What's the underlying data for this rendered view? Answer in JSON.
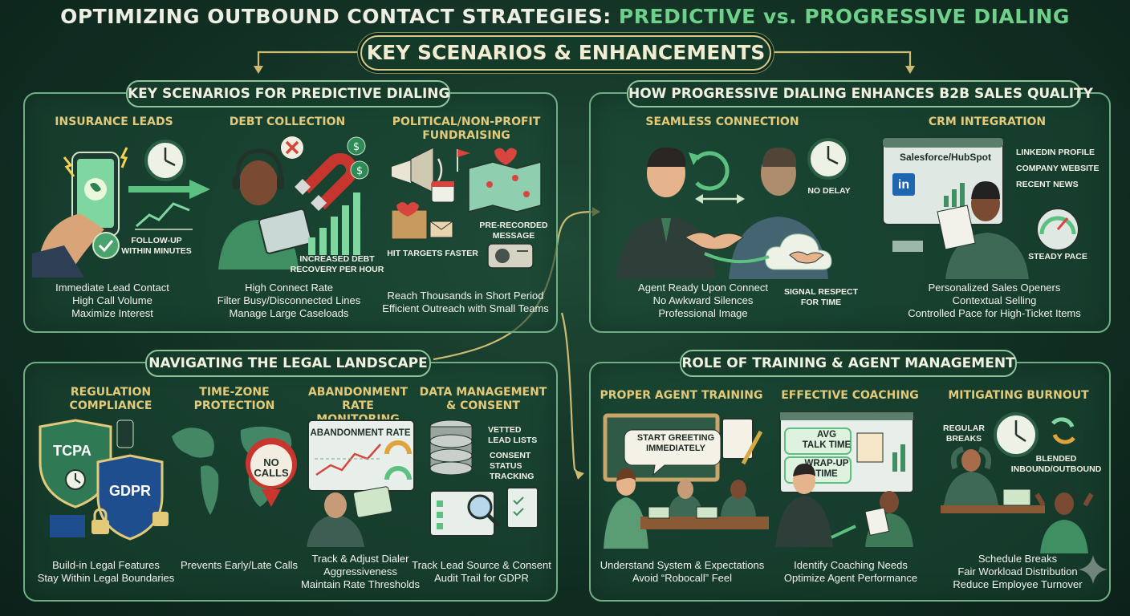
{
  "header": {
    "title_part1": "OPTIMIZING OUTBOUND CONTACT STRATEGIES: ",
    "title_part2": "PREDICTIVE vs. PROGRESSIVE DIALING",
    "subtitle": "KEY SCENARIOS & ENHANCEMENTS"
  },
  "predictive": {
    "title": "KEY SCENARIOS FOR PREDICTIVE DIALING",
    "insurance": {
      "head": "INSURANCE LEADS",
      "callout": [
        "FOLLOW-UP",
        "WITHIN MINUTES"
      ],
      "desc": [
        "Immediate Lead Contact",
        "High Call Volume",
        "Maximize Interest"
      ]
    },
    "debt": {
      "head": "DEBT COLLECTION",
      "callout": [
        "INCREASED DEBT",
        "RECOVERY PER HOUR"
      ],
      "desc": [
        "High Connect Rate",
        "Filter Busy/Disconnected Lines",
        "Manage Large Caseloads"
      ]
    },
    "political": {
      "head": [
        "POLITICAL/NON-PROFIT",
        "FUNDRAISING"
      ],
      "callout_targets": "HIT TARGETS FASTER",
      "callout_message": [
        "PRE-RECORDED",
        "MESSAGE"
      ],
      "desc": [
        "Reach Thousands in Short Period",
        "Efficient Outreach with Small Teams"
      ]
    }
  },
  "progressive": {
    "title": "HOW PROGRESSIVE DIALING ENHANCES B2B SALES QUALITY",
    "seamless": {
      "head": "SEAMLESS CONNECTION",
      "callout_delay": "NO DELAY",
      "callout_respect": [
        "SIGNAL RESPECT",
        "FOR TIME"
      ],
      "desc": [
        "Agent Ready Upon Connect",
        "No Awkward Silences",
        "Professional Image"
      ]
    },
    "crm": {
      "head": "CRM INTEGRATION",
      "screen_label": "Salesforce/HubSpot",
      "linkedin": "in",
      "bullets": [
        "LINKEDIN PROFILE",
        "COMPANY WEBSITE",
        "RECENT NEWS"
      ],
      "gauge_label": "STEADY PACE",
      "desc": [
        "Personalized Sales Openers",
        "Contextual Selling",
        "Controlled Pace for High-Ticket Items"
      ]
    }
  },
  "legal": {
    "title": "NAVIGATING THE LEGAL LANDSCAPE",
    "regulation": {
      "head": [
        "REGULATION",
        "COMPLIANCE"
      ],
      "shield1": "TCPA",
      "shield2": "GDPR",
      "desc": [
        "Build-in Legal Features",
        "Stay Within Legal Boundaries"
      ]
    },
    "timezone": {
      "head": [
        "TIME-ZONE",
        "PROTECTION"
      ],
      "pin": [
        "NO",
        "CALLS"
      ],
      "desc": [
        "Prevents Early/Late Calls"
      ]
    },
    "abandonment": {
      "head": [
        "ABANDONMENT",
        "RATE MONITORING"
      ],
      "screen_label": "ABANDONMENT RATE",
      "desc": [
        "Track & Adjust Dialer",
        "Aggressiveness",
        "Maintain Rate Thresholds"
      ]
    },
    "data": {
      "head": [
        "DATA MANAGEMENT",
        "& CONSENT"
      ],
      "callout_lists": [
        "VETTED",
        "LEAD LISTS"
      ],
      "callout_consent": [
        "CONSENT",
        "STATUS",
        "TRACKING"
      ],
      "desc": [
        "Track Lead Source & Consent",
        "Audit Trail for GDPR"
      ]
    }
  },
  "training": {
    "title": "ROLE OF TRAINING & AGENT MANAGEMENT",
    "proper": {
      "head": "PROPER AGENT TRAINING",
      "bubble": [
        "START GREETING",
        "IMMEDIATELY"
      ],
      "desc": [
        "Understand System & Expectations",
        "Avoid “Robocall” Feel"
      ]
    },
    "coaching": {
      "head": "EFFECTIVE COACHING",
      "screen_top": [
        "AVG",
        "TALK TIME"
      ],
      "screen_bottom": [
        "WRAP-UP",
        "TIME"
      ],
      "desc": [
        "Identify Coaching Needs",
        "Optimize Agent Performance"
      ]
    },
    "burnout": {
      "head": "MITIGATING BURNOUT",
      "callout_breaks": [
        "REGULAR",
        "BREAKS"
      ],
      "callout_blended": [
        "BLENDED",
        "INBOUND/OUTBOUND"
      ],
      "desc": [
        "Schedule Breaks",
        "Fair Workload Distribution",
        "Reduce Employee Turnover"
      ]
    }
  },
  "colors": {
    "background": "#123024",
    "panel_border": "#6fae83",
    "heading_gold": "#e3c97a",
    "accent_green": "#6fd08a",
    "connector": "#cdbb72"
  }
}
